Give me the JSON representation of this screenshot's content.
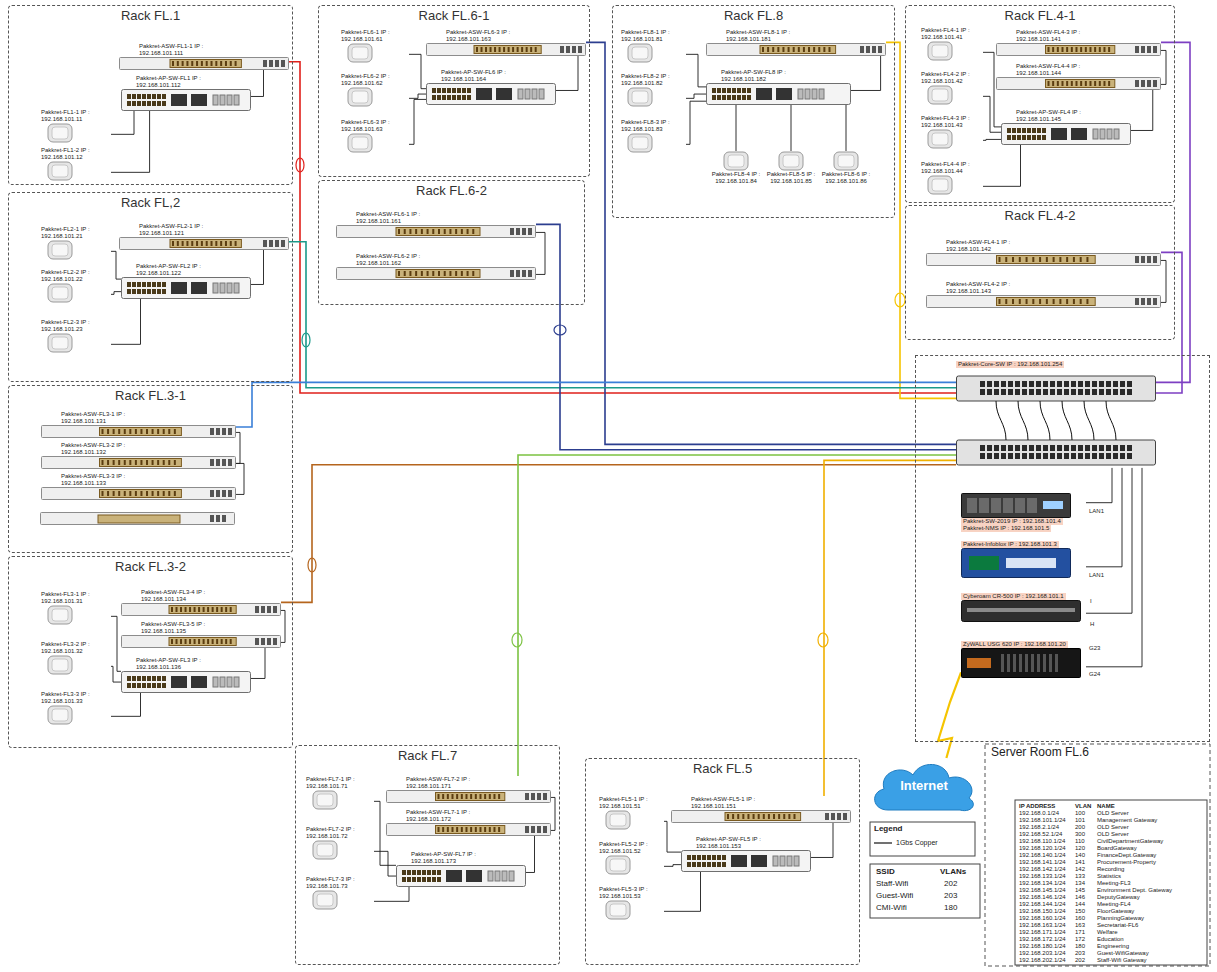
{
  "diagram": {
    "nodes": [
      {
        "text": [
          "Rack FL.1"
        ]
      },
      {
        "text": [
          "Pakkret-ASW-FL1-1 IP : 192.168.101.111"
        ],
        "in": 0
      },
      {
        "text": [
          "Pakkret-AP-SW-FL1 IP : 192.168.101.112"
        ],
        "in": 0
      },
      {
        "text": [
          "Pakkret-FL1-1 IP : 192.168.101.11"
        ],
        "in": 0
      },
      {
        "text": [
          "Pakkret-FL1-2 IP : 192.168.101.12"
        ],
        "in": 0
      },
      {
        "text": [
          "Rack FL.6-1"
        ]
      },
      {
        "text": [
          "Pakkret-FL6-1 IP : 192.168.101.61"
        ],
        "in": 5
      },
      {
        "text": [
          "Pakkret-FL6-2 IP : 192.168.101.62"
        ],
        "in": 5
      },
      {
        "text": [
          "Pakkret-FL6-3 IP : 192.168.101.63"
        ],
        "in": 5
      },
      {
        "text": [
          "Pakkret-ASW-FL6-3 IP : 192.168.101.163"
        ],
        "in": 5
      },
      {
        "text": [
          "Pakkret-AP-SW-FL6 IP : 192.168.101.164"
        ],
        "in": 5
      },
      {
        "text": [
          "Rack FL.8"
        ]
      },
      {
        "text": [
          "Pakkret-FL8-1 IP : 192.168.101.81"
        ],
        "in": 11
      },
      {
        "text": [
          "Pakkret-FL8-2 IP : 192.168.101.82"
        ],
        "in": 11
      },
      {
        "text": [
          "Pakkret-FL8-3 IP : 192.168.101.83"
        ],
        "in": 11
      },
      {
        "text": [
          "Pakkret-ASW-FL8-1 IP : 192.168.101.181"
        ],
        "in": 11
      },
      {
        "text": [
          "Pakkret-AP-SW-FL8 IP : 192.168.101.182"
        ],
        "in": 11
      },
      {
        "text": [
          "Pakkret-FL8-4 IP : 192.168.101.84"
        ],
        "in": 11
      },
      {
        "text": [
          "Pakkret-FL8-5 IP : 192.168.101.85"
        ],
        "in": 11
      },
      {
        "text": [
          "Pakkret-FL8-6 IP : 192.168.101.86"
        ],
        "in": 11
      },
      {
        "text": [
          "Rack FL.4-1"
        ]
      },
      {
        "text": [
          "Pakkret-FL4-1 IP : 192.168.101.41"
        ],
        "in": 20
      },
      {
        "text": [
          "Pakkret-FL4-2 IP : 192.168.101.42"
        ],
        "in": 20
      },
      {
        "text": [
          "Pakkret-FL4-3 IP : 192.168.101.43"
        ],
        "in": 20
      },
      {
        "text": [
          "Pakkret-FL4-4 IP : 192.168.101.44"
        ],
        "in": 20
      },
      {
        "text": [
          "Pakkret-ASW-FL4-3 IP : 192.168.101.141"
        ],
        "in": 20
      },
      {
        "text": [
          "Pakkret-ASW-FL4-4 IP : 192.168.101.144"
        ],
        "in": 20
      },
      {
        "text": [
          "Pakkret-AP-SW-FL4 IP : 192.168.101.145"
        ],
        "in": 20
      },
      {
        "text": [
          "Rack FL,2"
        ]
      },
      {
        "text": [
          "Pakkret-FL2-1 IP : 192.168.101.21"
        ],
        "in": 28
      },
      {
        "text": [
          "Pakkret-FL2-2 IP : 192.168.101.22"
        ],
        "in": 28
      },
      {
        "text": [
          "Pakkret-FL2-3 IP : 192.168.101.23"
        ],
        "in": 28
      },
      {
        "text": [
          "Pakkret-ASW-FL2-1 IP : 192.168.101.121"
        ],
        "in": 28
      },
      {
        "text": [
          "Pakkret-AP-SW-FL2 IP : 192.168.101.122"
        ],
        "in": 28
      },
      {
        "text": [
          "Rack FL.6-2"
        ]
      },
      {
        "text": [
          "Pakkret-ASW-FL6-1 IP : 192.168.101.161"
        ],
        "in": 34
      },
      {
        "text": [
          "Pakkret-ASW-FL6-2 IP : 192.168.101.162"
        ],
        "in": 34
      },
      {
        "text": [
          "Rack FL.4-2"
        ]
      },
      {
        "text": [
          "Pakkret-ASW-FL4-1 IP : 192.168.101.142"
        ],
        "in": 37
      },
      {
        "text": [
          "Pakkret-ASW-FL4-2 IP : 192.168.101.143"
        ],
        "in": 37
      },
      {
        "text": [
          "Rack FL.3-1"
        ]
      },
      {
        "text": [
          "Pakkret-ASW-FL3-1 IP : 192.168.101.131"
        ],
        "in": 40
      },
      {
        "text": [
          "Pakkret-ASW-FL3-2 IP : 192.168.101.132"
        ],
        "in": 40
      },
      {
        "text": [
          "Pakkret-ASW-FL3-3 IP : 192.168.101.133"
        ],
        "in": 40
      },
      {
        "text": [
          "Rack FL.3-2"
        ]
      },
      {
        "text": [
          "Pakkret-FL3-1 IP : 192.168.101.31"
        ],
        "in": 44
      },
      {
        "text": [
          "Pakkret-FL3-2 IP : 192.168.101.32"
        ],
        "in": 44
      },
      {
        "text": [
          "Pakkret-FL3-3 IP : 192.168.101.33"
        ],
        "in": 44
      },
      {
        "text": [
          "Pakkret-ASW-FL3-4 IP : 192.168.101.134"
        ],
        "in": 44
      },
      {
        "text": [
          "Pakkret-ASW-FL3-5 IP : 192.168.101.135"
        ],
        "in": 44
      },
      {
        "text": [
          "Pakkret-AP-SW-FL3 IP : 192.168.101.136"
        ],
        "in": 44
      },
      {
        "text": [
          "Server Room FL.6"
        ]
      },
      {
        "text": [
          "Pakkret-Core-SW IP : 192.168.101.254"
        ],
        "in": 51
      },
      {
        "text": [
          "Pakkret-SW-2019 IP : 192.168.101.4",
          "Pakkret-NMS IP : 192.168.101.5"
        ],
        "in": 51
      },
      {
        "text": [
          "Pakkret-Infoblox IP : 192.168.101.3"
        ],
        "in": 51
      },
      {
        "text": [
          "Cyberoam CR-500 IP : 192.168.101.1"
        ],
        "in": 51
      },
      {
        "text": [
          "ZyWALL USG 620 IP : 192.168.101.20"
        ],
        "in": 51
      },
      {
        "text": [
          "Internet"
        ]
      },
      {
        "text": [
          "Rack FL.7"
        ]
      },
      {
        "text": [
          "Pakkret-FL7-1 IP : 192.168.101.71"
        ],
        "in": 58
      },
      {
        "text": [
          "Pakkret-FL7-2 IP : 192.168.101.72"
        ],
        "in": 58
      },
      {
        "text": [
          "Pakkret-FL7-3 IP : 192.168.101.73"
        ],
        "in": 58
      },
      {
        "text": [
          "Pakkret-ASW-FL7-2 IP : 192.168.101.171"
        ],
        "in": 58
      },
      {
        "text": [
          "Pakkret-ASW-FL7-1 IP : 192.168.101.172"
        ],
        "in": 58
      },
      {
        "text": [
          "Pakkret-AP-SW-FL7 IP : 192.168.101.173"
        ],
        "in": 58
      },
      {
        "text": [
          "Rack FL.5"
        ]
      },
      {
        "text": [
          "Pakkret-FL5-1 IP : 192.168.101.51"
        ],
        "in": 65
      },
      {
        "text": [
          "Pakkret-FL5-2 IP : 192.168.101.52"
        ],
        "in": 65
      },
      {
        "text": [
          "Pakkret-FL5-3 IP : 192.168.101.53"
        ],
        "in": 65
      },
      {
        "text": [
          "Pakkret-ASW-FL5-1 IP : 192.168.101.151"
        ],
        "in": 65
      },
      {
        "text": [
          "Pakkret-AP-SW-FL5 IP : 192.168.101.153"
        ],
        "in": 65
      }
    ],
    "edges": [
      {
        "from": 3,
        "to": 2,
        "arrow": "none"
      },
      {
        "from": 4,
        "to": 2,
        "arrow": "none"
      },
      {
        "from": 1,
        "to": 2,
        "arrow": "none"
      },
      {
        "from": 1,
        "to": 52,
        "arrow": "none"
      },
      {
        "from": 6,
        "to": 10,
        "arrow": "none"
      },
      {
        "from": 7,
        "to": 10,
        "arrow": "none"
      },
      {
        "from": 8,
        "to": 10,
        "arrow": "none"
      },
      {
        "from": 9,
        "to": 10,
        "arrow": "none"
      },
      {
        "from": 9,
        "to": 52,
        "arrow": "none"
      },
      {
        "from": 12,
        "to": 16,
        "arrow": "none"
      },
      {
        "from": 13,
        "to": 16,
        "arrow": "none"
      },
      {
        "from": 14,
        "to": 16,
        "arrow": "none"
      },
      {
        "from": 17,
        "to": 16,
        "arrow": "none"
      },
      {
        "from": 18,
        "to": 16,
        "arrow": "none"
      },
      {
        "from": 19,
        "to": 16,
        "arrow": "none"
      },
      {
        "from": 15,
        "to": 16,
        "arrow": "none"
      },
      {
        "from": 15,
        "to": 52,
        "arrow": "none"
      },
      {
        "from": 21,
        "to": 27,
        "arrow": "none"
      },
      {
        "from": 22,
        "to": 27,
        "arrow": "none"
      },
      {
        "from": 23,
        "to": 27,
        "arrow": "none"
      },
      {
        "from": 24,
        "to": 27,
        "arrow": "none"
      },
      {
        "from": 25,
        "to": 26,
        "arrow": "none"
      },
      {
        "from": 26,
        "to": 27,
        "arrow": "none"
      },
      {
        "from": 25,
        "to": 52,
        "arrow": "none"
      },
      {
        "from": 29,
        "to": 33,
        "arrow": "none"
      },
      {
        "from": 30,
        "to": 33,
        "arrow": "none"
      },
      {
        "from": 31,
        "to": 33,
        "arrow": "none"
      },
      {
        "from": 32,
        "to": 33,
        "arrow": "none"
      },
      {
        "from": 32,
        "to": 52,
        "arrow": "none"
      },
      {
        "from": 35,
        "to": 36,
        "arrow": "none"
      },
      {
        "from": 35,
        "to": 52,
        "arrow": "none"
      },
      {
        "from": 38,
        "to": 39,
        "arrow": "none"
      },
      {
        "from": 38,
        "to": 52,
        "arrow": "none"
      },
      {
        "from": 41,
        "to": 42,
        "arrow": "none"
      },
      {
        "from": 42,
        "to": 43,
        "arrow": "none"
      },
      {
        "from": 41,
        "to": 52,
        "arrow": "none"
      },
      {
        "from": 45,
        "to": 50,
        "arrow": "none"
      },
      {
        "from": 46,
        "to": 50,
        "arrow": "none"
      },
      {
        "from": 47,
        "to": 50,
        "arrow": "none"
      },
      {
        "from": 48,
        "to": 49,
        "arrow": "none"
      },
      {
        "from": 49,
        "to": 50,
        "arrow": "none"
      },
      {
        "from": 48,
        "to": 52,
        "arrow": "none"
      },
      {
        "from": 59,
        "to": 64,
        "arrow": "none"
      },
      {
        "from": 60,
        "to": 64,
        "arrow": "none"
      },
      {
        "from": 61,
        "to": 64,
        "arrow": "none"
      },
      {
        "from": 62,
        "to": 63,
        "arrow": "none"
      },
      {
        "from": 63,
        "to": 64,
        "arrow": "none"
      },
      {
        "from": 62,
        "to": 52,
        "arrow": "none"
      },
      {
        "from": 66,
        "to": 70,
        "arrow": "none"
      },
      {
        "from": 67,
        "to": 70,
        "arrow": "none"
      },
      {
        "from": 68,
        "to": 70,
        "arrow": "none"
      },
      {
        "from": 69,
        "to": 70,
        "arrow": "none"
      },
      {
        "from": 69,
        "to": 52,
        "arrow": "none"
      },
      {
        "from": 52,
        "to": 53,
        "arrow": "none"
      },
      {
        "from": 52,
        "to": 54,
        "arrow": "none"
      },
      {
        "from": 52,
        "to": 55,
        "arrow": "none"
      },
      {
        "from": 52,
        "to": 56,
        "arrow": "none"
      },
      {
        "from": 57,
        "to": 56,
        "arrow": "none"
      }
    ],
    "labels": [
      "Legend",
      "SSID",
      "VLANs",
      "Staff-Wifi",
      "202",
      "Guest-Wifi",
      "203",
      "CMI-Wifi",
      "180",
      "LAN1",
      "LAN1",
      "H",
      "I",
      "G23",
      "G24",
      "IP ADDRESS",
      "VLAN",
      "NAME",
      "192.168.0.1/24",
      "100",
      "OLD Server",
      "192.168.101.1/24",
      "101",
      "Management Gateway",
      "192.168.2.1/24",
      "200",
      "OLD Server",
      "192.168.52.1/24",
      "300",
      "OLD Server",
      "192.168.110.1/24",
      "110",
      "CivilDepartmentGateway",
      "192.168.120.1/24",
      "120",
      "BoardGateway",
      "192.168.140.1/24",
      "140",
      "FinanceDept.Gateway",
      "192.168.141.1/24",
      "141",
      "Procurement-Property",
      "192.168.142.1/24",
      "142",
      "Recording",
      "192.168.133.1/24",
      "133",
      "Statistics",
      "192.168.134.1/24",
      "134",
      "Meeting-FL3",
      "192.168.145.1/24",
      "145",
      "Environment Dept. Gateway",
      "192.168.146.1/24",
      "146",
      "DeputyGateway",
      "192.168.144.1/24",
      "144",
      "Meeting-FL4",
      "192.168.150.1/24",
      "150",
      "FloorGateway",
      "192.168.160.1/24",
      "160",
      "PlanningGateway",
      "192.168.163.1/24",
      "163",
      "Secretariat-FL6",
      "192.168.171.1/24",
      "171",
      "Welfare",
      "192.168.172.1/24",
      "172",
      "Education",
      "192.168.180.1/24",
      "180",
      "Engineering",
      "192.168.203.1/24",
      "203",
      "Guest-WifiGateway",
      "192.168.202.1/24",
      "202",
      "Staff-Wifi Gateway"
    ],
    "legend": [
      {
        "text": "1Gbs Copper"
      }
    ]
  }
}
